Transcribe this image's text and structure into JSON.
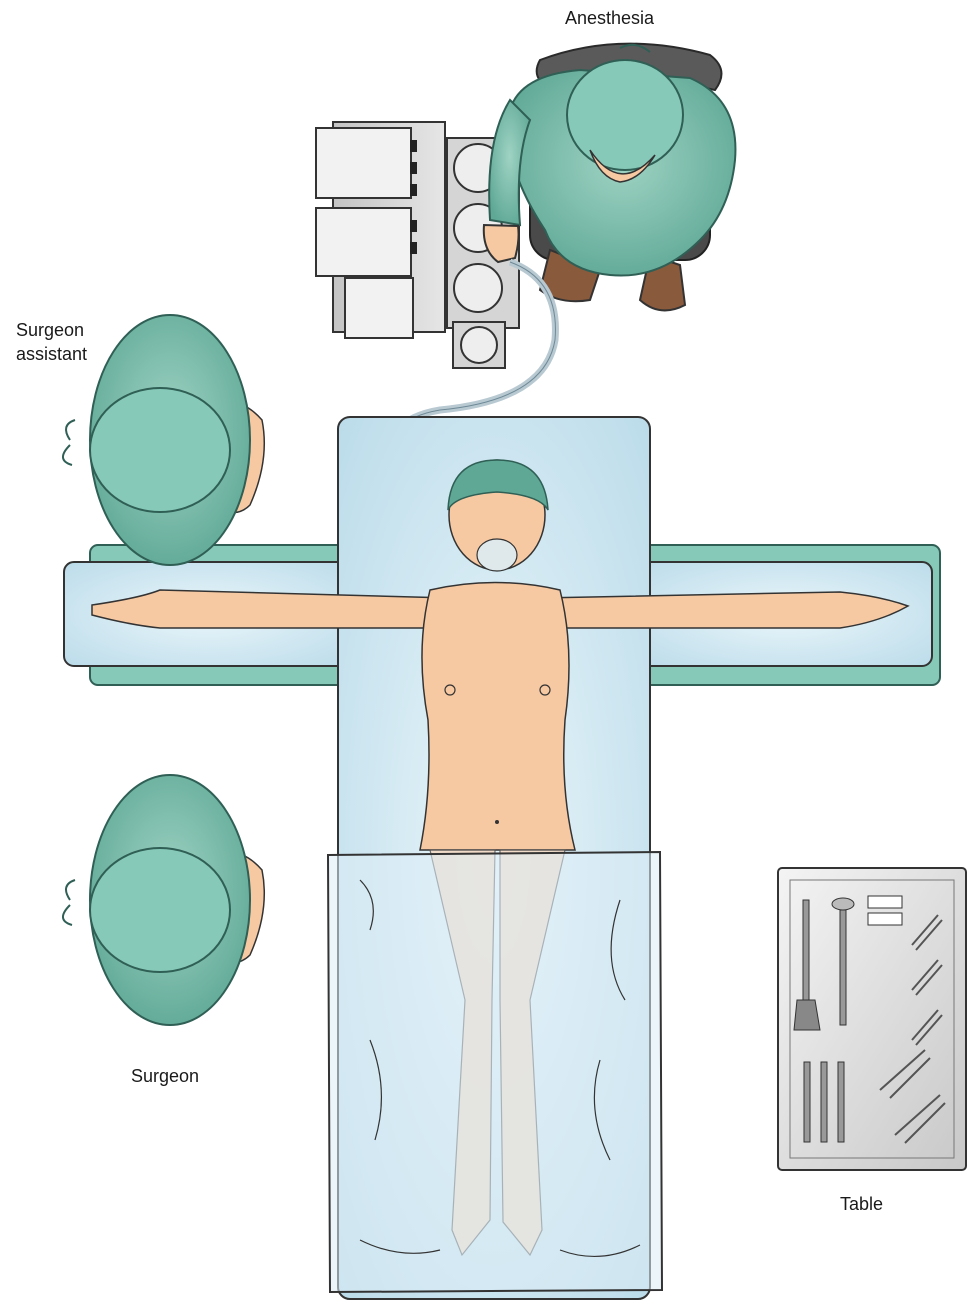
{
  "labels": {
    "anesthesia": "Anesthesia",
    "surgeon_assistant_line1": "Surgeon",
    "surgeon_assistant_line2": "assistant",
    "surgeon": "Surgeon",
    "table": "Table"
  },
  "colors": {
    "gown": "#7fbfae",
    "gown_dark": "#3f8c7e",
    "skin": "#f7c9a2",
    "table_glass": "#cfe6f2",
    "arm_board": "#86c9b8",
    "machine": "#d9d9d9",
    "tray": "#cfcfcf"
  }
}
